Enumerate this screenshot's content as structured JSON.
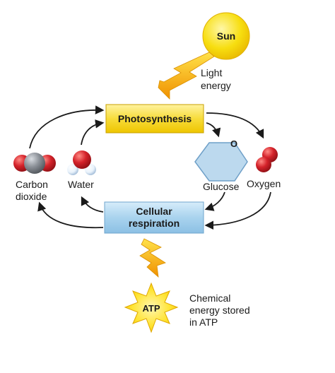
{
  "sun": {
    "label": "Sun"
  },
  "light_energy": {
    "line1": "Light",
    "line2": "energy"
  },
  "photosynthesis": {
    "label": "Photosynthesis"
  },
  "cellular_respiration": {
    "line1": "Cellular",
    "line2": "respiration"
  },
  "glucose": {
    "label": "Glucose",
    "ring_atom": "O"
  },
  "oxygen": {
    "label": "Oxygen"
  },
  "water": {
    "label": "Water"
  },
  "carbon_dioxide": {
    "line1": "Carbon",
    "line2": "dioxide"
  },
  "atp": {
    "label": "ATP",
    "desc_line1": "Chemical",
    "desc_line2": "energy stored",
    "desc_line3": "in ATP"
  },
  "colors": {
    "sun": "#f5d400",
    "photosynthesis_box": "#f7dc3a",
    "respiration_box": "#a9d3ee",
    "glucose_hexagon": "#bcd9ee",
    "oxygen_atom": "#d4222a",
    "carbon_atom": "#8c9198",
    "hydrogen_atom": "#e9f2fb",
    "energy_arrow": "#f0a800"
  }
}
